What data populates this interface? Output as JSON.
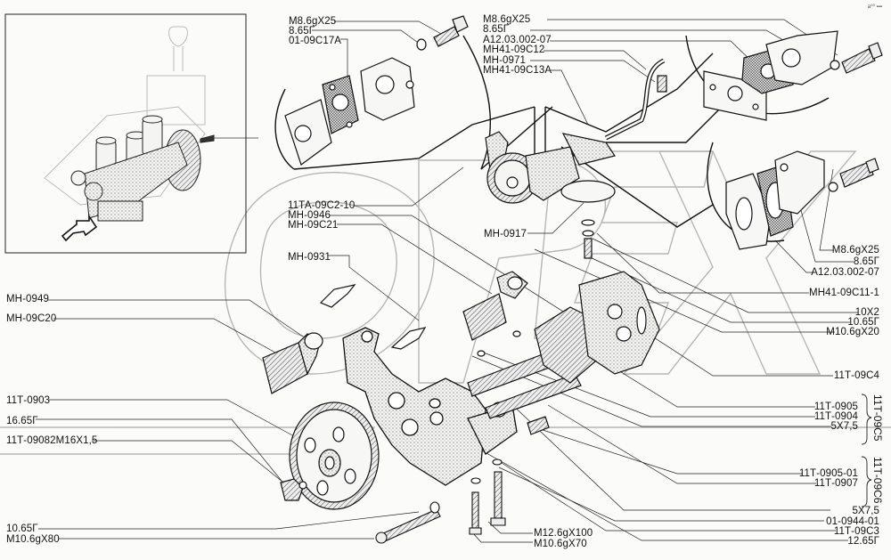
{
  "diagram": {
    "title": "Oil pump assembly — exploded parts view",
    "watermark": "ОРЕХ",
    "corner_mark": "a⁰⁰ ▪▪▪",
    "inset": {
      "description": "Engine overview with arrow pointing to oil pump location",
      "arrow": "location-arrow"
    },
    "labels": {
      "top_left_group": [
        "M8.6gX25",
        "8.65Г",
        "01-09С17А"
      ],
      "top_center_group": [
        "M8.6gX25",
        "8.65Г",
        "А12.03.002-07",
        "МН41-09С12",
        "МН-0971",
        "МН41-09С13А"
      ],
      "mid_left_group": [
        "11ТА-09С2-10",
        "МН-0946",
        "МН-09С21"
      ],
      "mh0931": "МН-0931",
      "mh0917": "МН-0917",
      "left_group_1": [
        "МН-0949",
        "МН-09С20"
      ],
      "left_group_2": [
        "11Т-0903",
        "16.65Г",
        "11Т-09082М16Х1,5"
      ],
      "bottom_left_group": [
        "10.65Г",
        "М10.6gX80"
      ],
      "bottom_center_group": [
        "M12.6gX100",
        "М10.6gX70"
      ],
      "right_group_1": [
        "M8.6gX25",
        "8.65Г",
        "А12.03.002-07"
      ],
      "right_single": "МН41-09С11-1",
      "right_group_2": [
        "10Х2",
        "10.65Г",
        "М10.6gX20"
      ],
      "right_single_2": "11Т-09С4",
      "right_group_3": [
        "11Т-0905",
        "11Т-0904",
        "5Х7,5"
      ],
      "right_group_4": [
        "11Т-0905-01",
        "11Т-0907"
      ],
      "right_group_5": [
        "5Х7,5",
        "01-0944-01",
        "11Т-09С3",
        "12.65Г"
      ],
      "brace_labels": [
        "11Т-09С5",
        "11Т-09С6"
      ]
    }
  }
}
